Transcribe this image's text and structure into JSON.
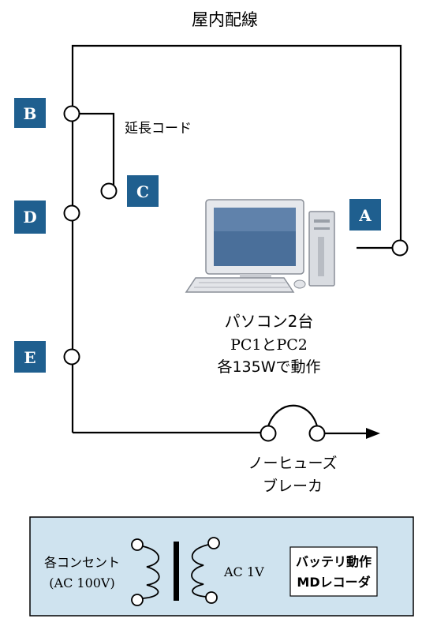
{
  "title": "屋内配線",
  "extension_label": "延長コード",
  "outlets": [
    {
      "id": "B"
    },
    {
      "id": "C"
    },
    {
      "id": "D"
    },
    {
      "id": "E"
    },
    {
      "id": "A"
    }
  ],
  "pc_label": {
    "line1": "パソコン2台",
    "line2": "PC1とPC2",
    "line3": "各135Wで動作"
  },
  "breaker_label": {
    "line1": "ノーヒューズ",
    "line2": "ブレーカ"
  },
  "transformer_panel": {
    "left_line1": "各コンセント",
    "left_line2": "(AC 100V)",
    "right_label": "AC 1V",
    "device_line1": "バッテリ動作",
    "device_line2": "MDレコーダ"
  },
  "colors": {
    "badge": "#1f5f8f",
    "panel_fill": "#cfe3ef",
    "line": "#000000"
  }
}
